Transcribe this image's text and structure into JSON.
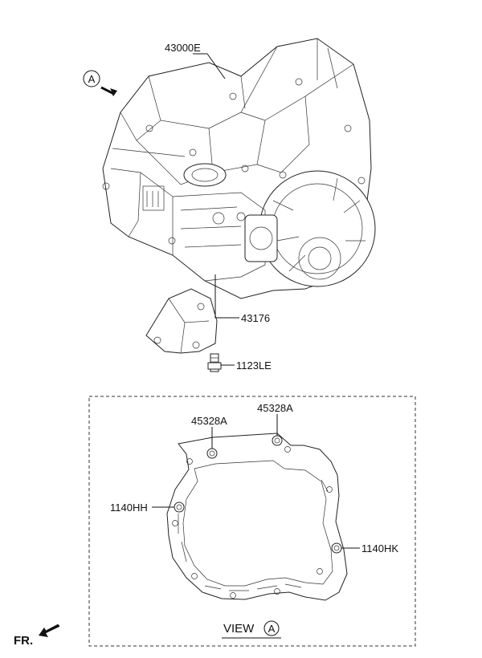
{
  "parts": {
    "transaxle": "43000E",
    "bracket": "43176",
    "bolt": "1123LE",
    "view_pin_left": "45328A",
    "view_pin_right": "45328A",
    "view_bolt_left": "1140HH",
    "view_bolt_right": "1140HK"
  },
  "view": {
    "word": "VIEW",
    "letter": "A"
  },
  "markers": {
    "callout_letter": "A",
    "front_label": "FR."
  }
}
